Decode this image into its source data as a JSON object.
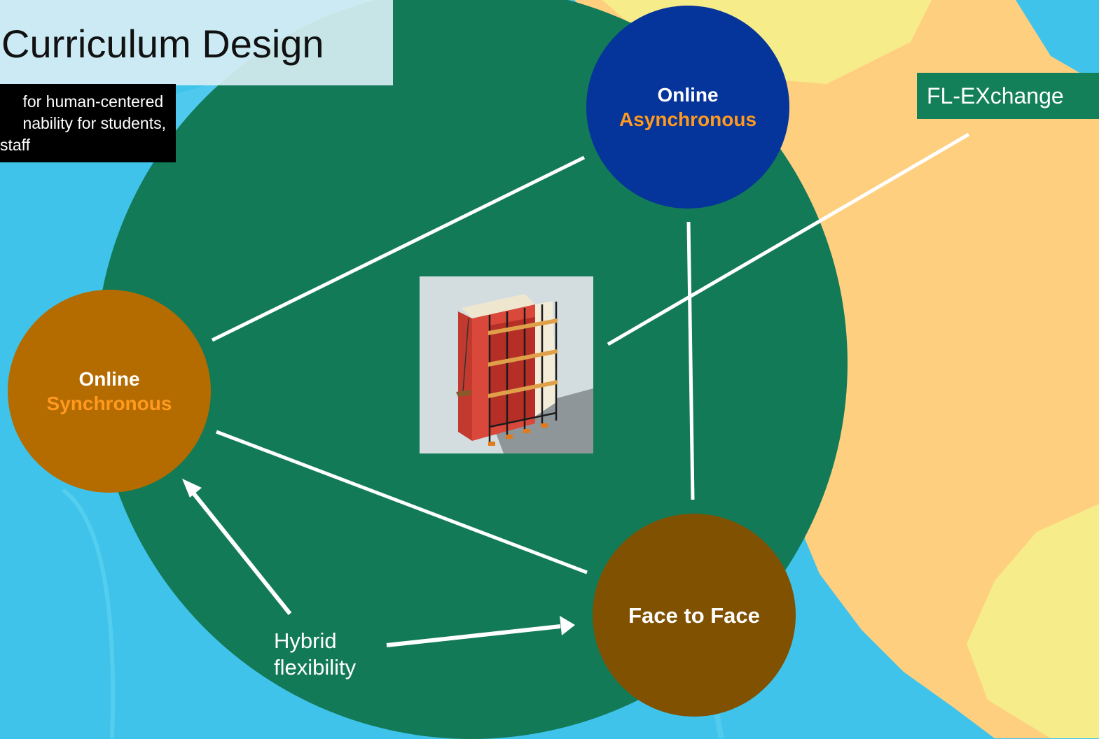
{
  "slide": {
    "title": "Curriculum Design",
    "description": {
      "line1": "for human-centered",
      "line2": "nability for students,",
      "line3": "staff"
    }
  },
  "nodes": {
    "online_async": {
      "line1": "Online",
      "line2": "Asynchronous"
    },
    "online_sync": {
      "line1": "Online",
      "line2": "Synchronous"
    },
    "face_to_face": {
      "label": "Face to Face"
    }
  },
  "tag": {
    "label": "FL-EXchange"
  },
  "hybrid": {
    "line1": "Hybrid",
    "line2": "flexibility"
  },
  "colors": {
    "background_sea": "#3fc3ea",
    "map_land": "#ffcf80",
    "map_land_alt": "#f6ec8a",
    "main_circle": "#137a58",
    "online_async": "#05349a",
    "online_sync": "#b46b00",
    "face_to_face": "#7f5100",
    "accent_orange": "#ff9a1f",
    "tag": "#13805a"
  },
  "center_image": {
    "icon": "book-scaffolding-illustration"
  }
}
